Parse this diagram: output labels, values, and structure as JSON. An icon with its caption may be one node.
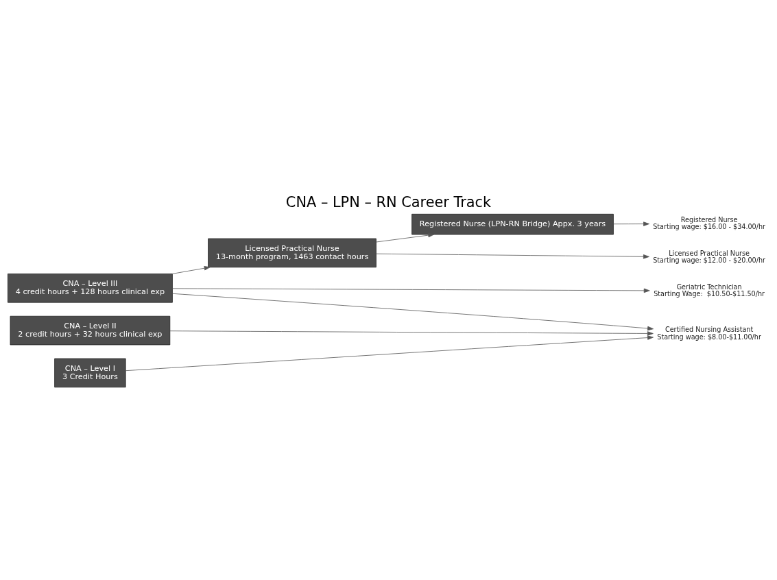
{
  "diagram": {
    "title": "CNA – LPN – RN Career Track",
    "nodes": [
      {
        "text": [
          "Registered Nurse (LPN-RN Bridge) Appx. 3 years"
        ]
      },
      {
        "text": [
          "Licensed Practical Nurse",
          "13-month program, 1463 contact hours"
        ]
      },
      {
        "text": [
          "CNA – Level III",
          "4 credit hours + 128 hours clinical exp"
        ]
      },
      {
        "text": [
          "CNA – Level II",
          "2 credit hours + 32 hours clinical exp"
        ]
      },
      {
        "text": [
          "CNA – Level I",
          "3 Credit Hours"
        ]
      },
      {
        "text": [
          "Registered Nurse",
          "Starting wage: $16.00 - $34.00/hr"
        ]
      },
      {
        "text": [
          "Licensed Practical Nurse",
          "Starting wage: $12.00 - $20.00/hr"
        ]
      },
      {
        "text": [
          "Geriatric Technician",
          "Starting Wage:  $10.50-$11.50/hr"
        ]
      },
      {
        "text": [
          "Certified Nursing Assistant",
          "Starting wage: $8.00-$11.00/hr"
        ]
      }
    ],
    "edges": [
      {
        "from": 2,
        "to": 1,
        "arrow": "to"
      },
      {
        "from": 1,
        "to": 0,
        "arrow": "to"
      },
      {
        "from": 0,
        "to": 5,
        "arrow": "to"
      },
      {
        "from": 1,
        "to": 6,
        "arrow": "to"
      },
      {
        "from": 2,
        "to": 7,
        "arrow": "to"
      },
      {
        "from": 2,
        "to": 8,
        "arrow": "to"
      },
      {
        "from": 3,
        "to": 8,
        "arrow": "to"
      },
      {
        "from": 4,
        "to": 8,
        "arrow": "to"
      }
    ]
  }
}
